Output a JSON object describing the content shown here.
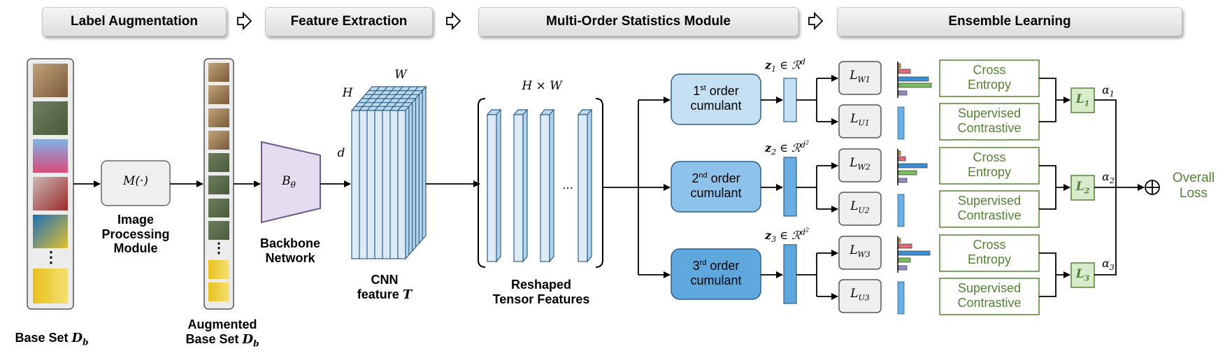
{
  "stages": [
    {
      "label": "Label Augmentation"
    },
    {
      "label": "Feature Extraction"
    },
    {
      "label": "Multi-Order Statistics Module"
    },
    {
      "label": "Ensemble Learning"
    }
  ],
  "base_set": {
    "label": "Base Set",
    "symbol": "D",
    "sub": "b"
  },
  "augmented_set": {
    "line1": "Augmented",
    "line2": "Base Set",
    "symbol": "D",
    "sub": "b"
  },
  "image_processing": {
    "symbol": "M(·)",
    "line1": "Image",
    "line2": "Processing",
    "line3": "Module"
  },
  "backbone": {
    "symbol": "B",
    "sub": "θ",
    "line1": "Backbone",
    "line2": "Network"
  },
  "cnn": {
    "h": "H",
    "w": "W",
    "d": "d",
    "line1": "CNN",
    "line2": "feature",
    "symbol": "T"
  },
  "reshaped": {
    "dims": "H × W",
    "ellipsis": "…",
    "line1": "Reshaped",
    "line2": "Tensor Features"
  },
  "cumulants": [
    {
      "num": "1",
      "sup": "st",
      "rest": "order",
      "line2": "cumulant",
      "z": "z",
      "zsub": "1",
      "space": "∈ ℛ",
      "exp": "d",
      "expsup": ""
    },
    {
      "num": "2",
      "sup": "nd",
      "rest": "order",
      "line2": "cumulant",
      "z": "z",
      "zsub": "2",
      "space": "∈ ℛ",
      "exp": "d",
      "expsup": "2"
    },
    {
      "num": "3",
      "sup": "rd",
      "rest": "order",
      "line2": "cumulant",
      "z": "z",
      "zsub": "3",
      "space": "∈ ℛ",
      "exp": "d",
      "expsup": "2"
    }
  ],
  "classifiers": [
    {
      "w": "L",
      "wsub": "W1",
      "u": "L",
      "usub": "U1"
    },
    {
      "w": "L",
      "wsub": "W2",
      "u": "L",
      "usub": "U2"
    },
    {
      "w": "L",
      "wsub": "W3",
      "u": "L",
      "usub": "U3"
    }
  ],
  "losses": {
    "ce1": "Cross",
    "ce2": "Entropy",
    "sc1": "Supervised",
    "sc2": "Contrastive"
  },
  "branch_losses": [
    {
      "l": "L",
      "sub": "1",
      "alpha": "α",
      "asub": "1"
    },
    {
      "l": "L",
      "sub": "2",
      "alpha": "α",
      "asub": "2"
    },
    {
      "l": "L",
      "sub": "3",
      "alpha": "α",
      "asub": "3"
    }
  ],
  "sum_symbol": "⊕",
  "overall": {
    "line1": "Overall",
    "line2": "Loss"
  },
  "dots": "⋮",
  "colors": {
    "stage_bg": "#e8e8e8",
    "backbone": "#e4dcef",
    "backbone_stroke": "#6f5a8e",
    "cube_front": "#dcebf7",
    "cube_stroke": "#2f5f86",
    "cumulant1": "#c4e0f2",
    "cumulant2": "#8dc3ea",
    "cumulant3": "#5fa8de",
    "feature_bar": "#6aaee3",
    "loss_green": "#548235",
    "bar_red": "#e06b74",
    "bar_blue": "#3b8fd6",
    "bar_green": "#7dbb5f",
    "bar_purple": "#9c87c2"
  }
}
